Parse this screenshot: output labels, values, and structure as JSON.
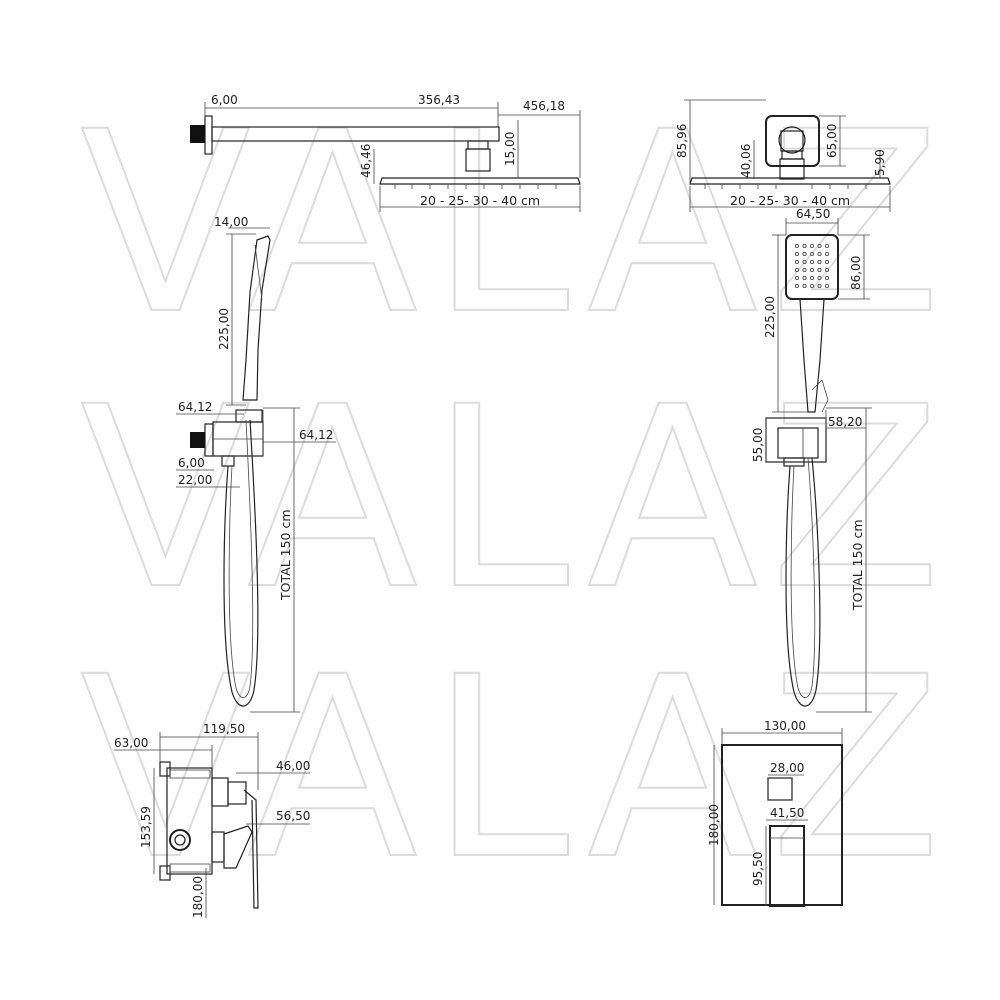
{
  "watermark": {
    "text": "VALAZ",
    "color": "#dcdcdc"
  },
  "colors": {
    "line": "#222222",
    "background": "#ffffff"
  },
  "top_left": {
    "d_6_00": "6,00",
    "d_356_43": "356,43",
    "d_456_18": "456,18",
    "d_46_46": "46,46",
    "d_15_00": "15,00",
    "d_sizes": "20 - 25- 30 - 40 cm"
  },
  "top_right": {
    "d_85_96": "85,96",
    "d_40_06": "40,06",
    "d_65_00": "65,00",
    "d_5_90": "5,90",
    "d_sizes": "20 - 25- 30 - 40 cm"
  },
  "mid_left": {
    "d_14_00": "14,00",
    "d_225_00": "225,00",
    "d_64_12_a": "64,12",
    "d_64_12_b": "64,12",
    "d_6_00": "6,00",
    "d_22_00": "22,00",
    "d_total": "TOTAL 150 cm"
  },
  "mid_right": {
    "d_64_50": "64,50",
    "d_225_00": "225,00",
    "d_86_00": "86,00",
    "d_58_20": "58,20",
    "d_55_00": "55,00",
    "d_total": "TOTAL 150 cm"
  },
  "bot_left": {
    "d_119_50": "119,50",
    "d_63_00": "63,00",
    "d_46_00": "46,00",
    "d_56_50": "56,50",
    "d_153_59": "153,59",
    "d_180_00": "180,00"
  },
  "bot_right": {
    "d_130_00": "130,00",
    "d_28_00": "28,00",
    "d_41_50": "41,50",
    "d_180_00": "180,00",
    "d_95_50": "95,50"
  }
}
